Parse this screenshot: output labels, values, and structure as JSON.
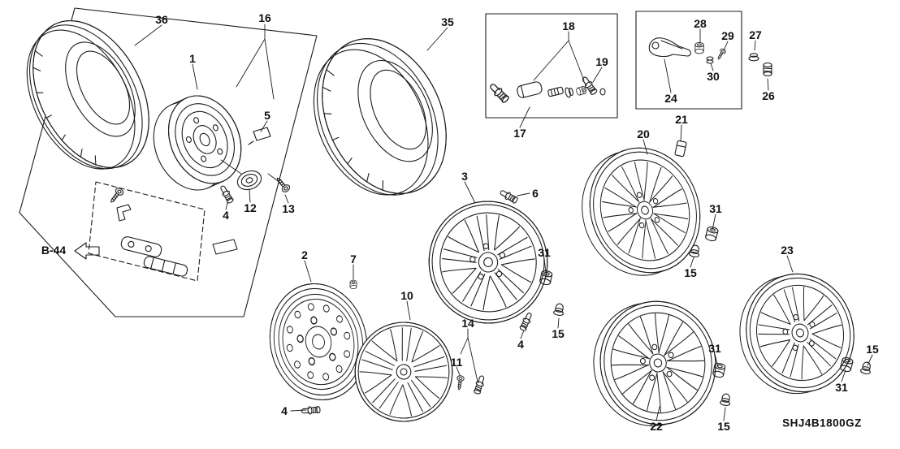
{
  "diagram": {
    "code": "SHJ4B1800GZ",
    "reference_tag": "B-44"
  },
  "callouts": {
    "n1": "1",
    "n2": "2",
    "n3": "3",
    "n4": "4",
    "n5": "5",
    "n6": "6",
    "n7": "7",
    "n10": "10",
    "n11": "11",
    "n12": "12",
    "n13": "13",
    "n14": "14",
    "n15": "15",
    "n16": "16",
    "n17": "17",
    "n18": "18",
    "n19": "19",
    "n20": "20",
    "n21": "21",
    "n22": "22",
    "n23": "23",
    "n24": "24",
    "n26": "26",
    "n27": "27",
    "n28": "28",
    "n29": "29",
    "n30": "30",
    "n31": "31",
    "n35": "35",
    "n36": "36"
  }
}
